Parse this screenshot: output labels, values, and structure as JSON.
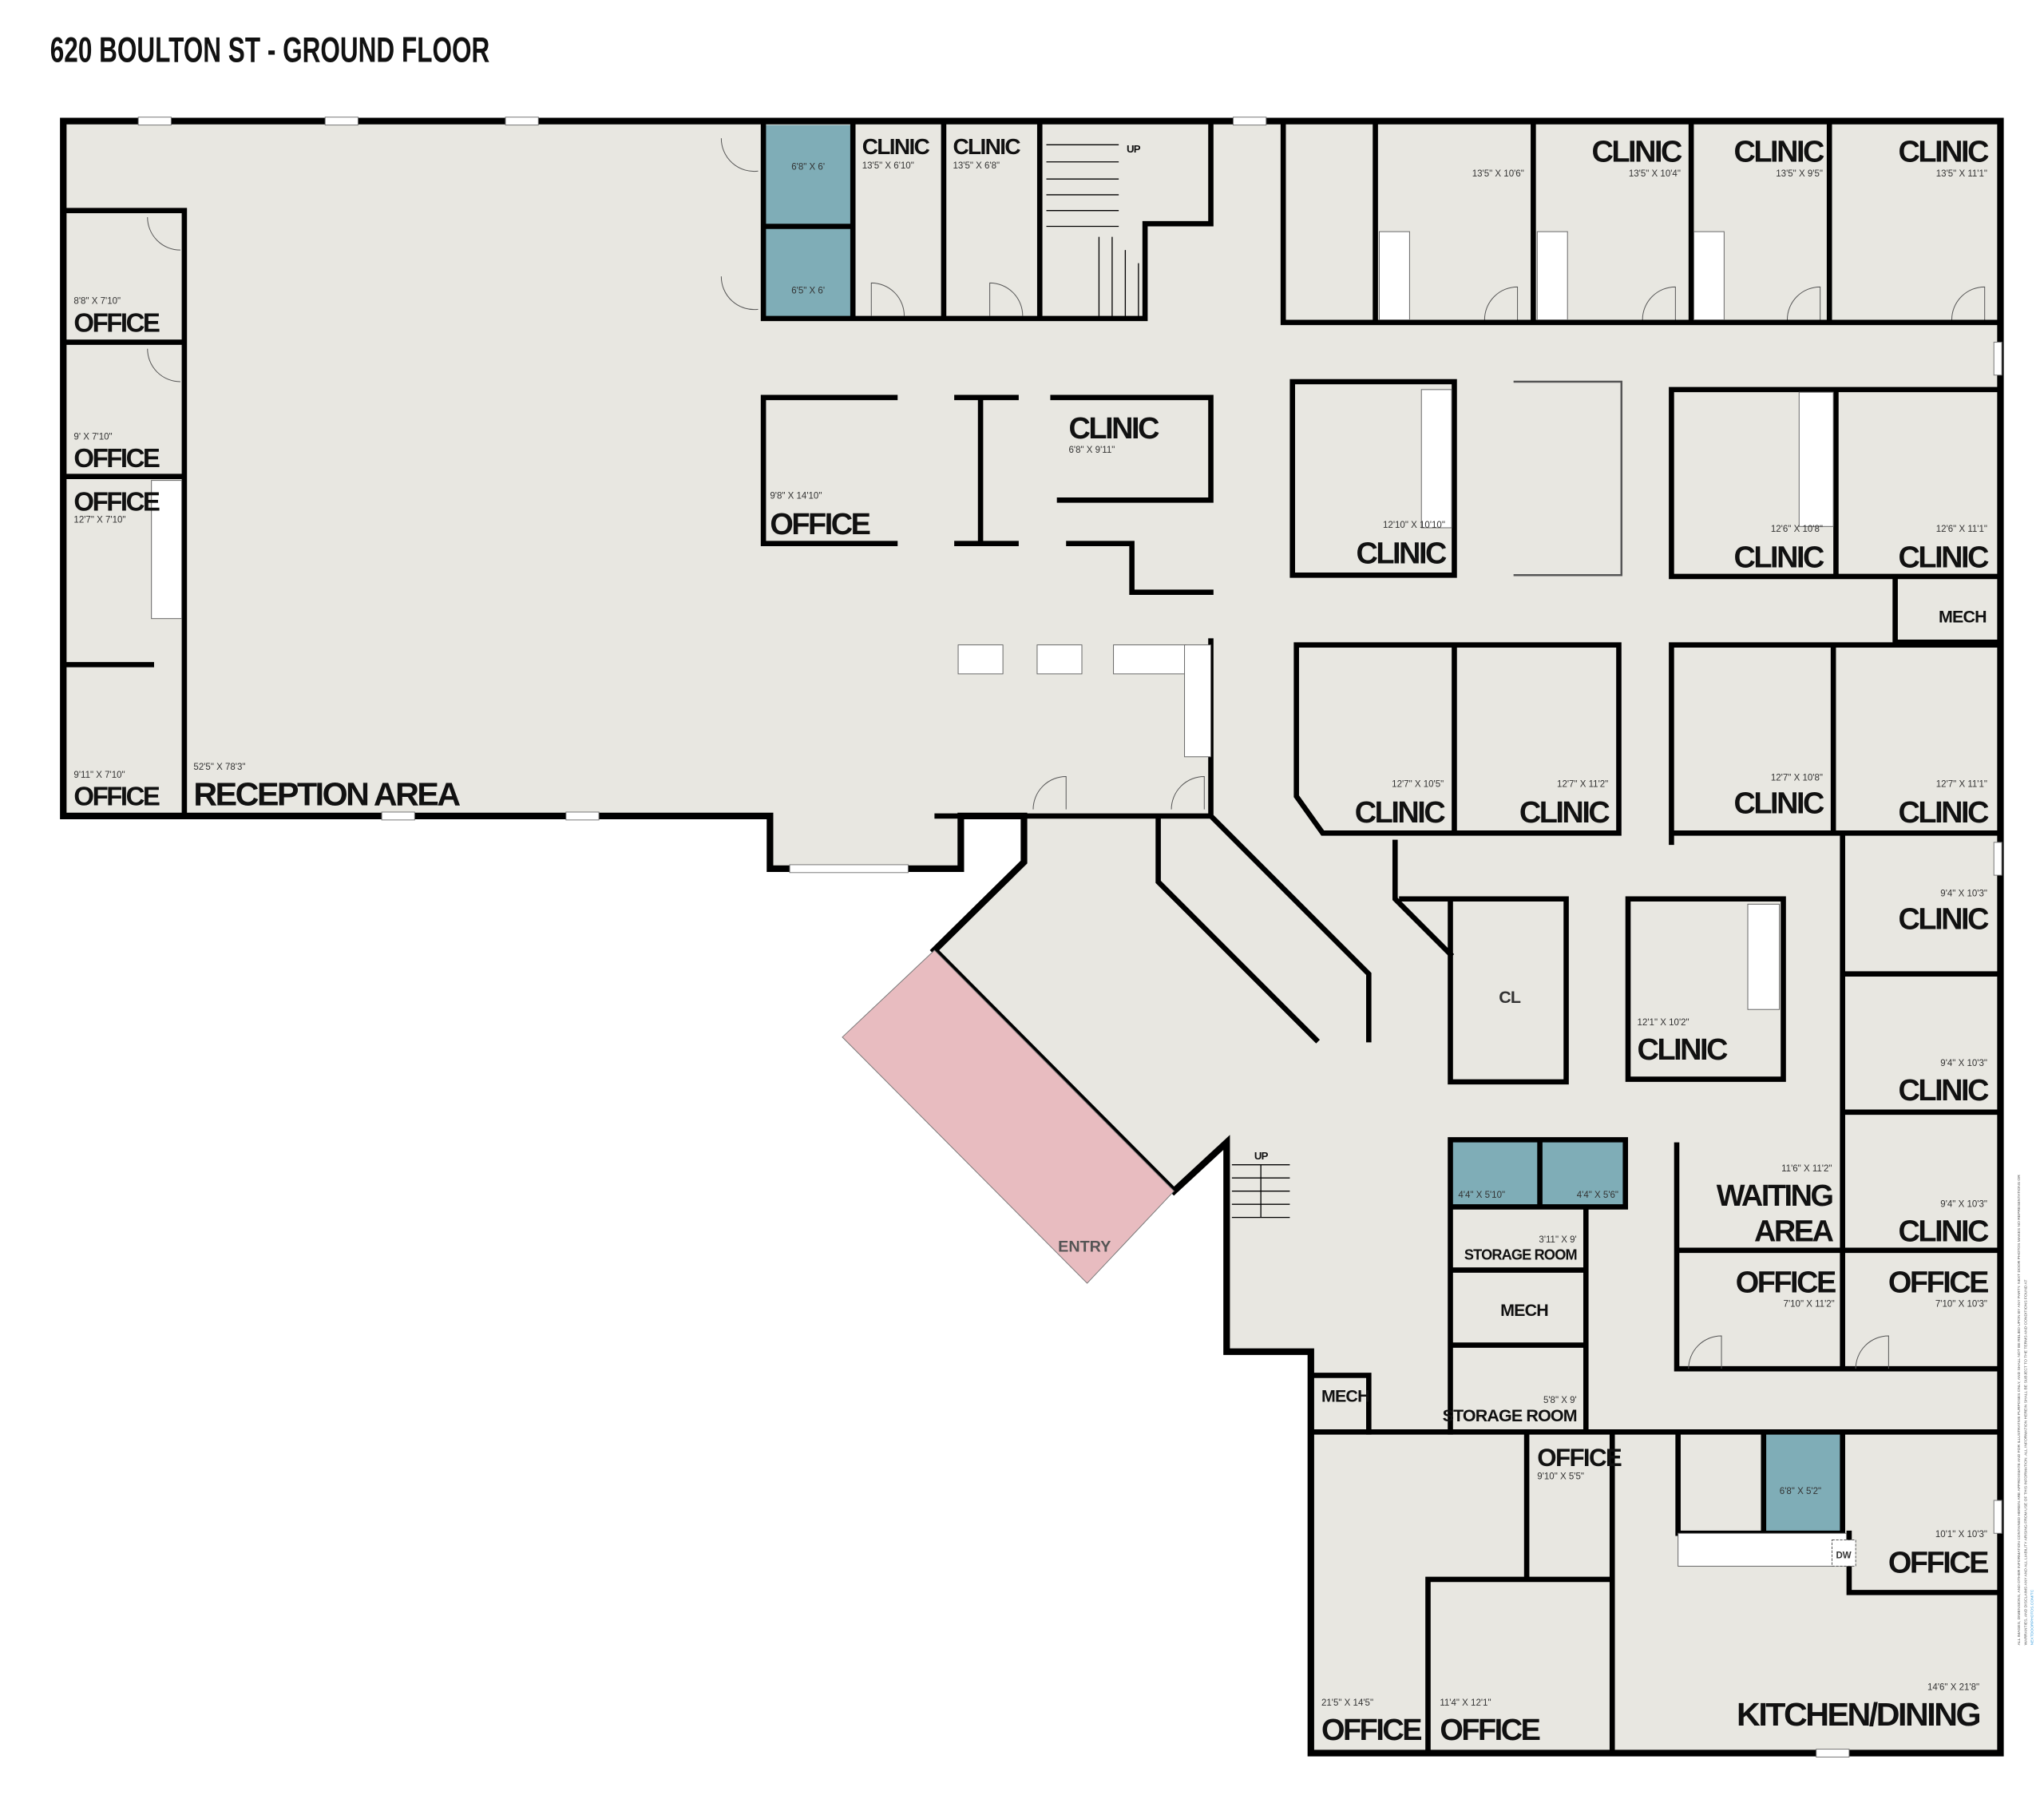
{
  "title": "620 BOULTON ST - GROUND FLOOR",
  "colors": {
    "floor": "#e8e7e1",
    "wall": "#000000",
    "restroom": "#7fadb7",
    "entry": "#e8bcc0"
  },
  "rooms": [
    {
      "name": "OFFICE",
      "dims": "8'8\" X 7'10\""
    },
    {
      "name": "OFFICE",
      "dims": "9' X 7'10\""
    },
    {
      "name": "OFFICE",
      "dims": "12'7\" X 7'10\""
    },
    {
      "name": "OFFICE",
      "dims": "9'11\" X 7'10\""
    },
    {
      "name": "RECEPTION AREA",
      "dims": "52'5\" X 78'3\""
    },
    {
      "name": "",
      "dims": "6'8\" X 6'"
    },
    {
      "name": "",
      "dims": "6'5\" X 6'"
    },
    {
      "name": "CLINIC",
      "dims": "13'5\" X 6'10\""
    },
    {
      "name": "CLINIC",
      "dims": "13'5\" X 6'8\""
    },
    {
      "name": "OFFICE",
      "dims": "9'8\" X 14'10\""
    },
    {
      "name": "CLINIC",
      "dims": "6'8\" X 9'11\""
    },
    {
      "name": "CLINIC",
      "dims": "12'10\" X 10'10\""
    },
    {
      "name": "",
      "dims": "13'5\" X 10'6\""
    },
    {
      "name": "CLINIC",
      "dims": "13'5\" X 10'4\""
    },
    {
      "name": "CLINIC",
      "dims": "13'5\" X 9'5\""
    },
    {
      "name": "CLINIC",
      "dims": "13'5\" X 11'1\""
    },
    {
      "name": "CLINIC",
      "dims": "12'6\" X 10'8\""
    },
    {
      "name": "CLINIC",
      "dims": "12'6\" X 11'1\""
    },
    {
      "name": "MECH",
      "dims": ""
    },
    {
      "name": "CLINIC",
      "dims": "12'7\" X 10'5\""
    },
    {
      "name": "CLINIC",
      "dims": "12'7\" X 11'2\""
    },
    {
      "name": "CLINIC",
      "dims": "12'7\" X 10'8\""
    },
    {
      "name": "CLINIC",
      "dims": "12'7\" X 11'1\""
    },
    {
      "name": "CLINIC",
      "dims": "9'4\" X 10'3\""
    },
    {
      "name": "CLINIC",
      "dims": "9'4\" X 10'3\""
    },
    {
      "name": "CLINIC",
      "dims": "9'4\" X 10'3\""
    },
    {
      "name": "CL",
      "dims": ""
    },
    {
      "name": "CLINIC",
      "dims": "12'1\" X 10'2\""
    },
    {
      "name": "WAITING",
      "name2": "AREA",
      "dims": "11'6\" X 11'2\""
    },
    {
      "name": "OFFICE",
      "dims": "7'10\" X 11'2\""
    },
    {
      "name": "OFFICE",
      "dims": "7'10\" X 10'3\""
    },
    {
      "name": "",
      "dims": "4'4\" X 5'10\""
    },
    {
      "name": "",
      "dims": "4'4\" X 5'6\""
    },
    {
      "name": "STORAGE ROOM",
      "dims": "3'11\" X 9'"
    },
    {
      "name": "MECH",
      "dims": ""
    },
    {
      "name": "STORAGE ROOM",
      "dims": "5'8\" X 9'"
    },
    {
      "name": "MECH",
      "dims": ""
    },
    {
      "name": "OFFICE",
      "dims": "9'10\" X 5'5\""
    },
    {
      "name": "OFFICE",
      "dims": "21'5\" X 14'5\""
    },
    {
      "name": "OFFICE",
      "dims": "11'4\" X 12'1\""
    },
    {
      "name": "",
      "dims": "6'8\" X 5'2\""
    },
    {
      "name": "OFFICE",
      "dims": "10'1\" X 10'3\""
    },
    {
      "name": "KITCHEN/DINING",
      "dims": "14'6\" X 21'8\""
    },
    {
      "name": "ENTRY",
      "dims": ""
    }
  ],
  "stairs": {
    "up_label": "UP"
  },
  "appliances": {
    "dishwasher": "DW"
  },
  "disclaimer": {
    "line1": "ALL IMAGES, DIMENSIONS, AND OTHER INFORMATION CONTAINED HEREIN ARE APPROXIMATE AND FOR ILLUSTRATIVE PURPOSES ONLY, AND SHALL NOT BE RELIED UPON BY ANY PARTY. NEXT DOOR PHOTOS MAKES NO REPRESENTATIONS OR",
    "line2": "WARRANTIES, AND DISCLAIMS ANY AND ALL LIABILITY ARISING FROM USE OF THIS INFORMATION. ALL INFORMATION HEREIN SHALL BE SUBJECT TO THE TERMS AND CONDITIONS FOUND AT",
    "link": "NEXTDOORPHOTOS.COM/TC"
  }
}
